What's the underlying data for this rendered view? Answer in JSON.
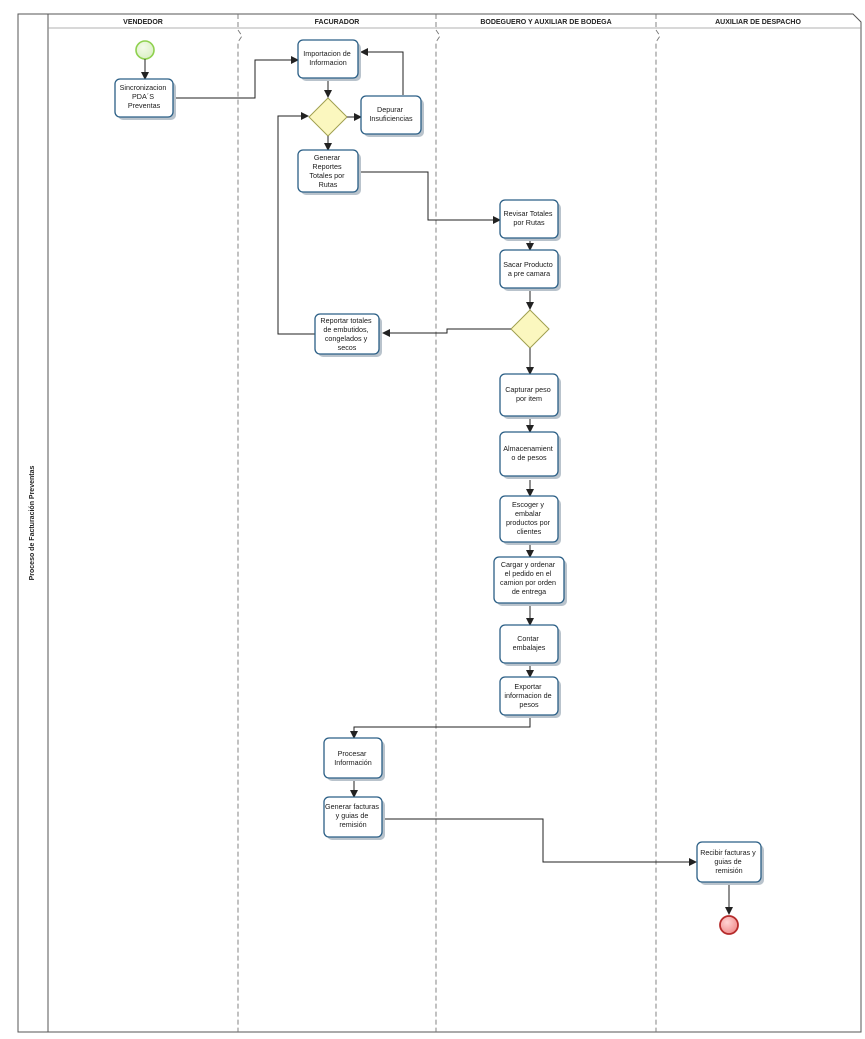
{
  "pool": {
    "title": "Proceso de Facturación Preventas"
  },
  "lanes": [
    {
      "id": "vendedor",
      "title": "VENDEDOR"
    },
    {
      "id": "facurador",
      "title": "FACURADOR"
    },
    {
      "id": "bodeguero",
      "title": "BODEGUERO Y AUXILIAR DE BODEGA"
    },
    {
      "id": "despacho",
      "title": "AUXILIAR DE DESPACHO"
    }
  ],
  "tasks": {
    "sincronizacion": [
      "Sincronizacion",
      "PDA´S",
      "Preventas"
    ],
    "importacion": [
      "Importacion de",
      "Informacion"
    ],
    "depurar": [
      "Depurar",
      "Insuficiencias"
    ],
    "generar_reportes": [
      "Generar",
      "Reportes",
      "Totales por",
      "Rutas"
    ],
    "revisar_totales": [
      "Revisar Totales",
      "por Rutas"
    ],
    "sacar_producto": [
      "Sacar Producto",
      "a pre camara"
    ],
    "reportar_totales": [
      "Reportar totales",
      "de embutidos,",
      "congelados y",
      "secos"
    ],
    "capturar_peso": [
      "Capturar peso",
      "por item"
    ],
    "almacenamiento": [
      "Almacenamient",
      "o de pesos"
    ],
    "escoger_embalar": [
      "Escoger y",
      "embalar",
      "productos por",
      "clientes"
    ],
    "cargar_ordenar": [
      "Cargar y ordenar",
      "el pedido en el",
      "camion por orden",
      "de entrega"
    ],
    "contar_embalajes": [
      "Contar",
      "embalajes"
    ],
    "exportar_info": [
      "Exportar",
      "informacion de",
      "pesos"
    ],
    "procesar_info": [
      "Procesar",
      "Información"
    ],
    "generar_facturas": [
      "Generar facturas",
      "y guias de",
      "remisión"
    ],
    "recibir_facturas": [
      "Recibir facturas y",
      "guias de",
      "remisión"
    ]
  },
  "events": {
    "start_color": "#8fd14f",
    "end_color": "#e05a5a"
  },
  "colors": {
    "task_border": "#2b5f86",
    "gateway_fill": "#fbf7bf"
  }
}
